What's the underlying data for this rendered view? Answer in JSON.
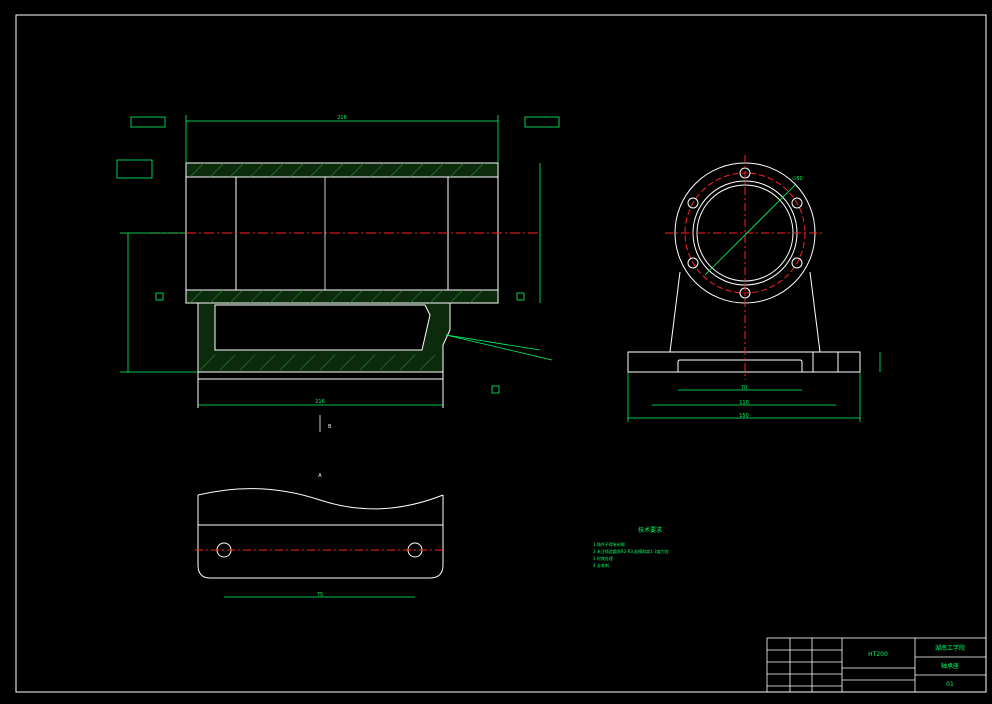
{
  "drawing": {
    "dims": {
      "overall_width": "216",
      "base_length": "216",
      "hole_spacing": "75",
      "base_width": "150",
      "base_mid": "110",
      "base_inner": "70",
      "bore_dia": "∅60"
    },
    "views": {
      "section_label": "B",
      "section_mark": "A"
    },
    "notes": {
      "title": "技术要求",
      "lines": [
        "1.铸件不得有砂眼.",
        "2.未注铸造圆角R2-R3,起模斜度1-3度为宜.",
        "3.时效处理.",
        "4.去毛刺."
      ]
    },
    "title_block": {
      "material": "HT200",
      "school": "湖南工学院",
      "part_name": "轴承座",
      "drawing_no": "01"
    }
  }
}
